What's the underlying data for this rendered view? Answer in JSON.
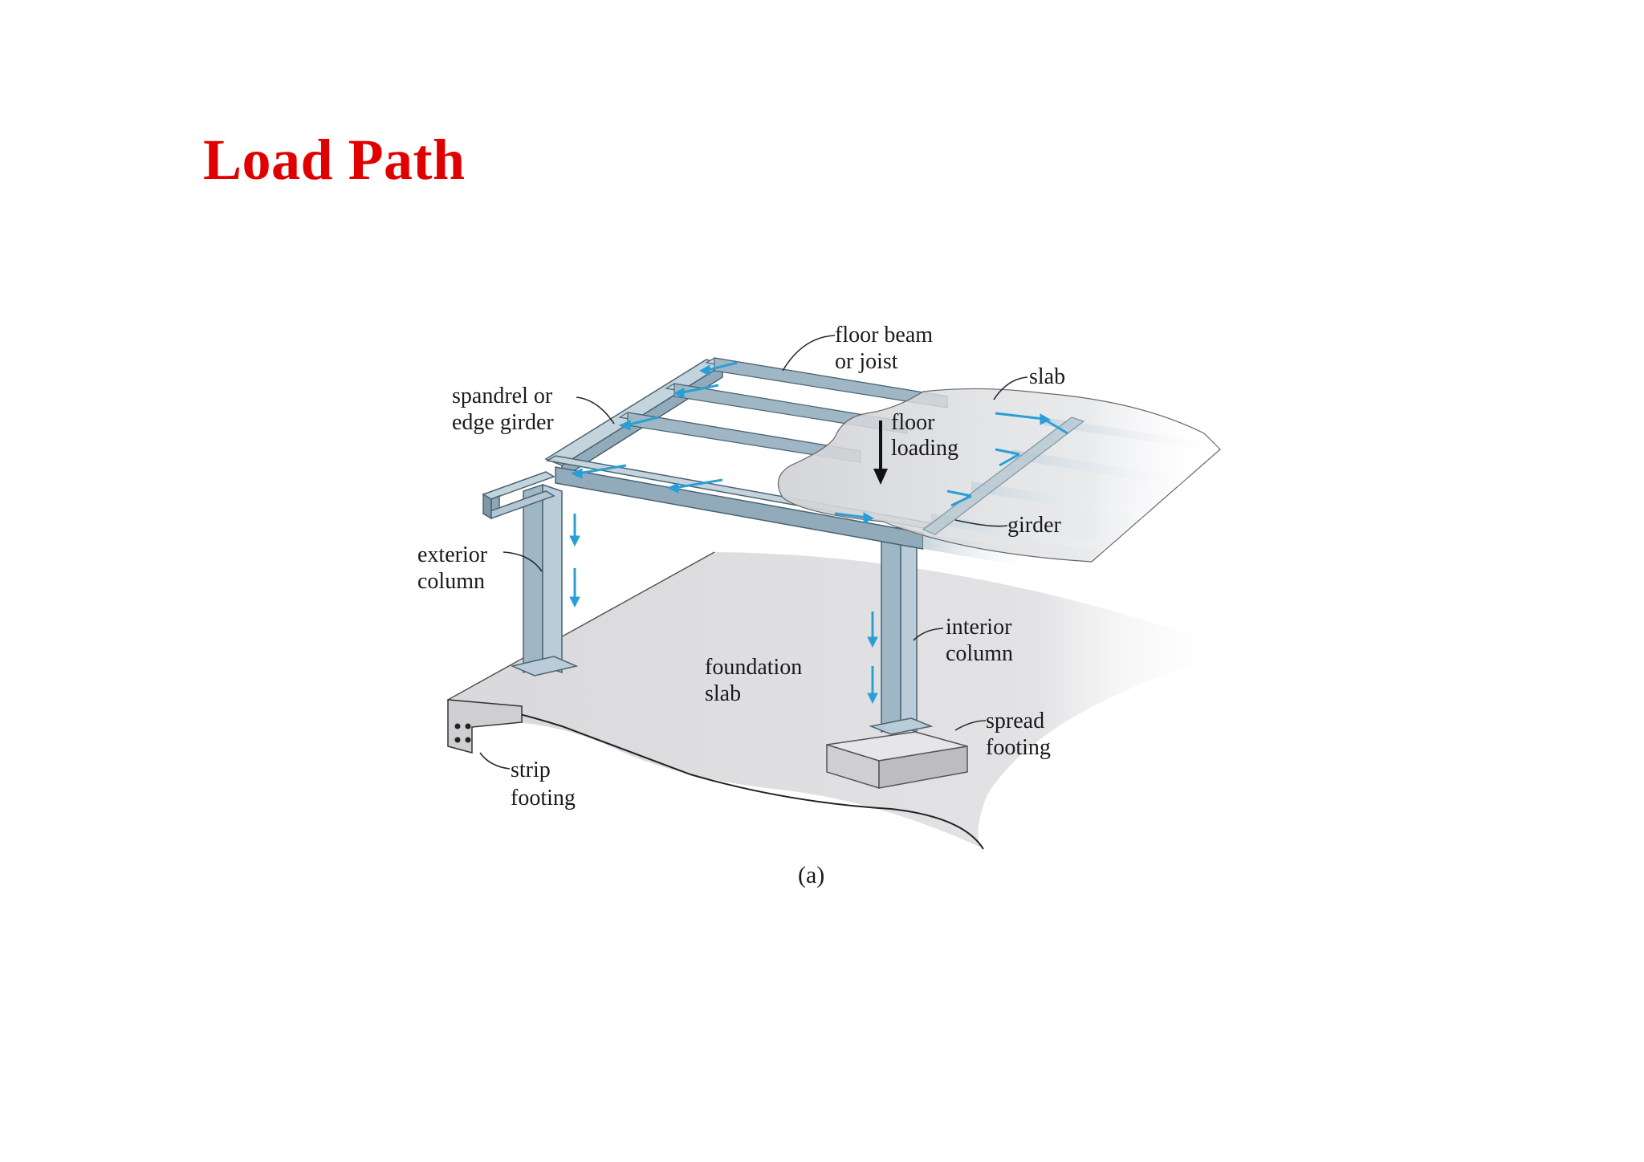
{
  "slide": {
    "title": "Load Path",
    "title_color": "#e00000"
  },
  "figure": {
    "labels": {
      "floor_beam_line1": "floor beam",
      "floor_beam_line2": "or joist",
      "slab": "slab",
      "spandrel_line1": "spandrel or",
      "spandrel_line2": "edge girder",
      "floor_loading_line1": "floor",
      "floor_loading_line2": "loading",
      "girder": "girder",
      "exterior_column_line1": "exterior",
      "exterior_column_line2": "column",
      "interior_column_line1": "interior",
      "interior_column_line2": "column",
      "foundation_slab_line1": "foundation",
      "foundation_slab_line2": "slab",
      "spread_footing_line1": "spread",
      "spread_footing_line2": "footing",
      "strip_footing_line1": "strip",
      "strip_footing_line2": "footing"
    },
    "caption": "(a)",
    "colors": {
      "steel": "#a9bfcc",
      "steel_dark": "#7f98a8",
      "flow_arrow": "#2a9fd6",
      "load_arrow": "#111111",
      "ground": "#dcdcde",
      "slab": "#d4d4d6"
    },
    "icons": [
      "load-arrow-icon",
      "flow-arrow-icon"
    ]
  }
}
